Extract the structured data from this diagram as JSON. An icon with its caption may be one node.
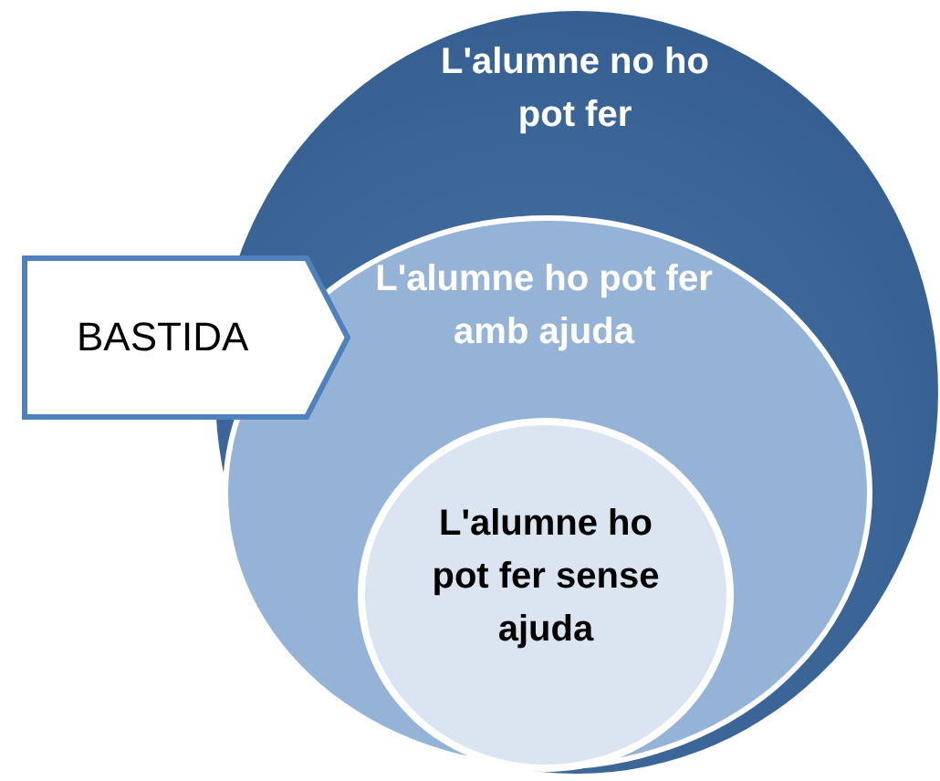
{
  "diagram": {
    "nodes": [
      {
        "text": [
          "L'alumne no ho pot fer"
        ]
      },
      {
        "text": [
          "L'alumne ho pot fer amb ajuda"
        ],
        "in": 0
      },
      {
        "text": [
          "L'alumne ho pot fer sense ajuda"
        ],
        "in": 1
      },
      {
        "text": [
          "BASTIDA"
        ]
      }
    ]
  }
}
